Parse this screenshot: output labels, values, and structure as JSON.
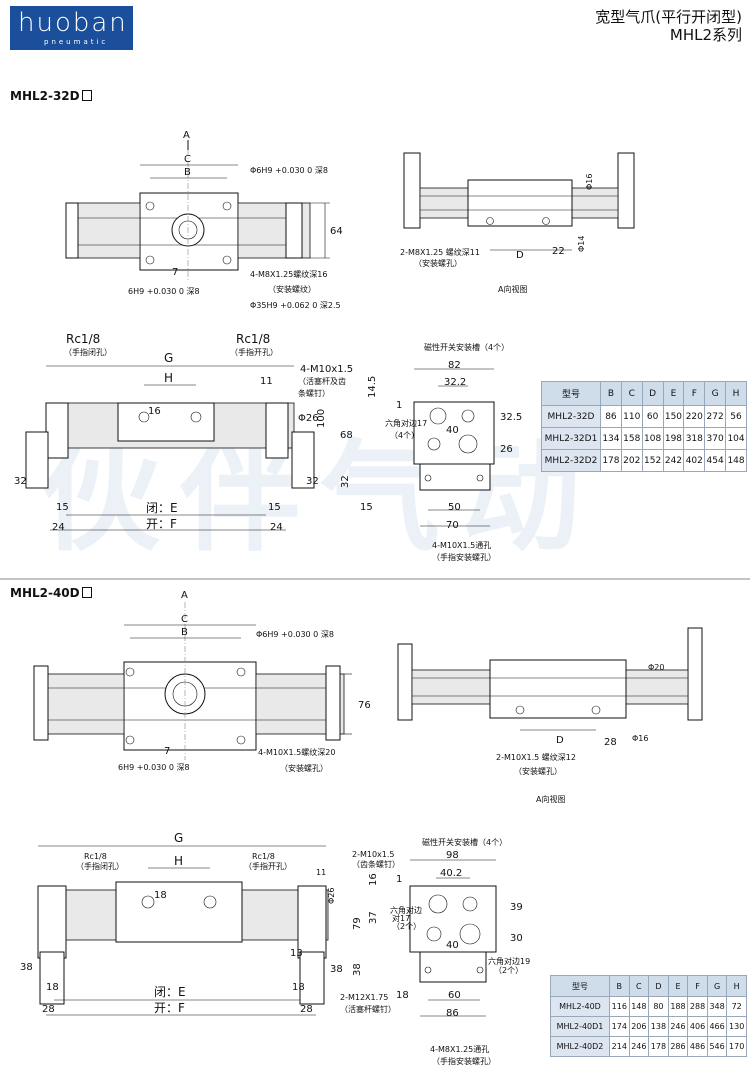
{
  "header": {
    "logo_brand": "huoban",
    "logo_sub": "pneumatic",
    "title_line1": "宽型气爪(平行开闭型)",
    "title_line2": "MHL2系列"
  },
  "sections": [
    {
      "model": "MHL2-32D",
      "top_view": {
        "labels": [
          "A",
          "C",
          "B",
          "64",
          "7",
          "6H9 +0.030 0 深8",
          "Φ6H9 +0.030 0 深8",
          "4-M8X1.25螺纹深16",
          "（安装螺纹）",
          "Φ35H9 +0.062 0 深2.5"
        ]
      },
      "side_view": {
        "caption": "A向视图",
        "labels": [
          "Φ16",
          "Φ14",
          "2-M8X1.25 螺纹深11",
          "（安装螺孔）",
          "D",
          "22"
        ]
      },
      "front_view": {
        "labels": [
          "Rc1/8",
          "（手指闭孔）",
          "Rc1/8",
          "（手指开孔）",
          "G",
          "H",
          "16",
          "11",
          "4-M10x1.5",
          "（活塞杆及齿",
          "条螺钉）",
          "Φ26",
          "32",
          "15",
          "24",
          "闭：E",
          "开：F",
          "15",
          "24",
          "32"
        ]
      },
      "end_view": {
        "labels": [
          "磁性开关安装槽（4个）",
          "82",
          "32.2",
          "14.5",
          "1",
          "六角对边17",
          "（4个）",
          "68",
          "100",
          "40",
          "32",
          "15",
          "50",
          "70",
          "32.5",
          "26",
          "4-M10X1.5通孔",
          "（手指安装螺孔）"
        ]
      },
      "table": {
        "headers": [
          "型号",
          "B",
          "C",
          "D",
          "E",
          "F",
          "G",
          "H"
        ],
        "rows": [
          [
            "MHL2-32D",
            "86",
            "110",
            "60",
            "150",
            "220",
            "272",
            "56"
          ],
          [
            "MHL2-32D1",
            "134",
            "158",
            "108",
            "198",
            "318",
            "370",
            "104"
          ],
          [
            "MHL2-32D2",
            "178",
            "202",
            "152",
            "242",
            "402",
            "454",
            "148"
          ]
        ]
      }
    },
    {
      "model": "MHL2-40D",
      "top_view": {
        "labels": [
          "A",
          "C",
          "B",
          "Φ6H9 +0.030 0 深8",
          "76",
          "7",
          "6H9 +0.030 0 深8",
          "4-M10X1.5螺纹深20",
          "（安装螺孔）"
        ]
      },
      "side_view": {
        "caption": "A向视图",
        "labels": [
          "Φ20",
          "D",
          "28",
          "Φ16",
          "2-M10X1.5 螺纹深12",
          "（安装螺孔）"
        ]
      },
      "front_view": {
        "labels": [
          "G",
          "Rc1/8",
          "（手指闭孔）",
          "H",
          "Rc1/8",
          "（手指开孔）",
          "18",
          "2-M10x1.5",
          "（齿条螺钉）",
          "11",
          "Φ26",
          "38",
          "13",
          "38",
          "18",
          "28",
          "闭：E",
          "开：F",
          "2-M12X1.75",
          "（活塞杆螺钉）",
          "18",
          "28"
        ]
      },
      "end_view": {
        "labels": [
          "磁性开关安装槽（4个）",
          "98",
          "40.2",
          "16",
          "1",
          "六角对边",
          "对17",
          "（2个）",
          "37",
          "79",
          "40",
          "38",
          "18",
          "60",
          "86",
          "39",
          "30",
          "六角对边19",
          "（2个）",
          "4-M8X1.25通孔",
          "（手指安装螺孔）"
        ]
      },
      "table": {
        "headers": [
          "型号",
          "B",
          "C",
          "D",
          "E",
          "F",
          "G",
          "H"
        ],
        "rows": [
          [
            "MHL2-40D",
            "116",
            "148",
            "80",
            "188",
            "288",
            "348",
            "72"
          ],
          [
            "MHL2-40D1",
            "174",
            "206",
            "138",
            "246",
            "406",
            "466",
            "130"
          ],
          [
            "MHL2-40D2",
            "214",
            "246",
            "178",
            "286",
            "486",
            "546",
            "170"
          ]
        ]
      }
    }
  ]
}
